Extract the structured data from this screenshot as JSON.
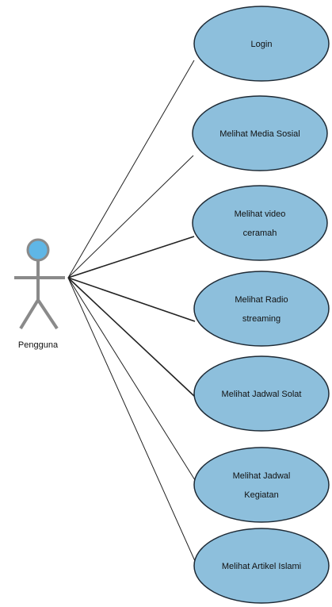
{
  "actor": {
    "label": "Pengguna",
    "icon": "stick-figure-icon",
    "head_color": "#5fb6e6"
  },
  "use_cases": [
    {
      "lines": [
        "Login"
      ]
    },
    {
      "lines": [
        "Melihat Media Sosial"
      ]
    },
    {
      "lines": [
        "Melihat video",
        "ceramah"
      ]
    },
    {
      "lines": [
        "Melihat Radio",
        "streaming"
      ]
    },
    {
      "lines": [
        "Melihat Jadwal Solat"
      ]
    },
    {
      "lines": [
        "Melihat Jadwal",
        "Kegiatan"
      ]
    },
    {
      "lines": [
        "Melihat Artikel Islami"
      ]
    }
  ],
  "colors": {
    "use_case_fill": "#8dbfdc",
    "use_case_stroke": "#1e2a35",
    "line": "#222222"
  }
}
